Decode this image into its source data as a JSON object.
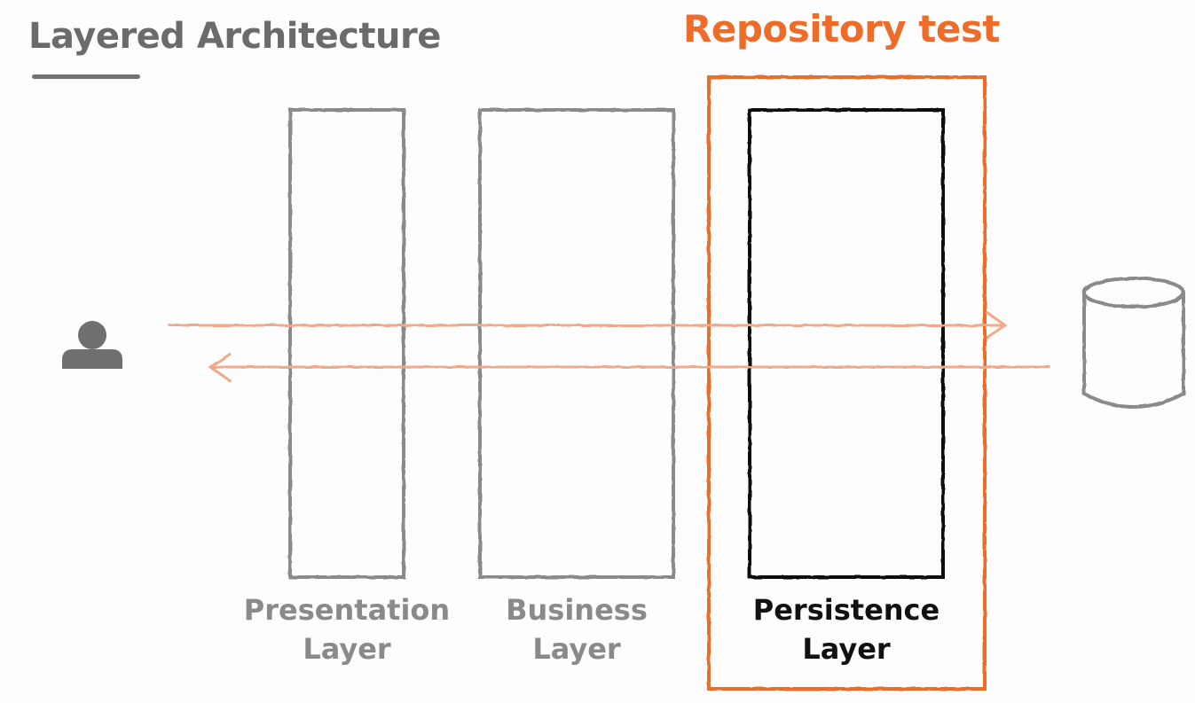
{
  "title": "Layered Architecture",
  "highlight": {
    "label": "Repository test",
    "color": "#ed6c2a"
  },
  "layers": [
    {
      "line1": "Presentation",
      "line2": "Layer",
      "color": "#8a8a8a"
    },
    {
      "line1": "Business",
      "line2": "Layer",
      "color": "#8a8a8a"
    },
    {
      "line1": "Persistence",
      "line2": "Layer",
      "color": "#111111"
    }
  ],
  "icons": {
    "actor": "user-icon",
    "store": "database-icon"
  },
  "colors": {
    "flow_arrow": "#f2a98a",
    "frame_gray": "#8a8a8a",
    "frame_dark": "#111111",
    "icon_gray": "#6f6f6f"
  }
}
